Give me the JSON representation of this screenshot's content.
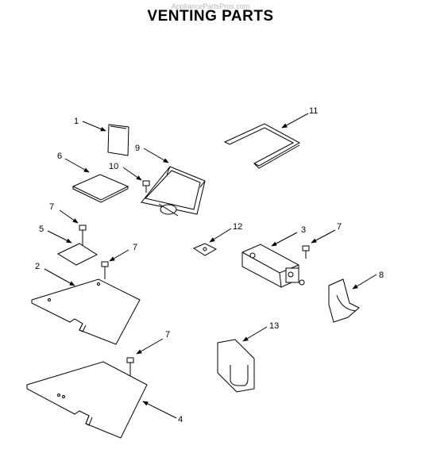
{
  "watermark": "AppliancePartsPros.com",
  "title": "VENTING PARTS",
  "callouts": [
    "1",
    "2",
    "3",
    "4",
    "5",
    "6",
    "7",
    "7",
    "7",
    "7",
    "8",
    "9",
    "10",
    "11",
    "12",
    "13"
  ]
}
